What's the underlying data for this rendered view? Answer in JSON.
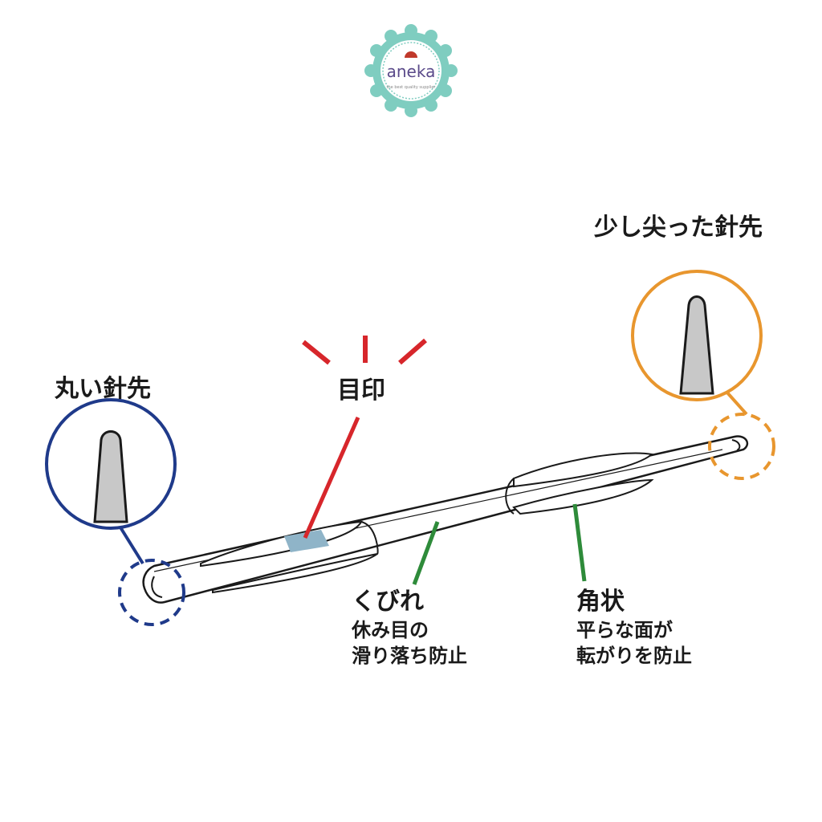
{
  "logo": {
    "brand": "aneka",
    "tagline": "the best quality supplier"
  },
  "labels": {
    "round_tip": "丸い針先",
    "pointed_tip": "少し尖った針先",
    "marker": "目印",
    "waist_title": "くびれ",
    "waist_line1": "休み目の",
    "waist_line2": "滑り落ち防止",
    "angular_title": "角状",
    "angular_line1": "平らな面が",
    "angular_line2": "転がりを防止"
  },
  "colors": {
    "round_tip": "#1f3a8a",
    "pointed_tip": "#e8962e",
    "marker": "#d7262b",
    "feature": "#2e8b3a",
    "marker_patch": "#8fb4c8",
    "needle_fill": "#c8c8c8"
  }
}
